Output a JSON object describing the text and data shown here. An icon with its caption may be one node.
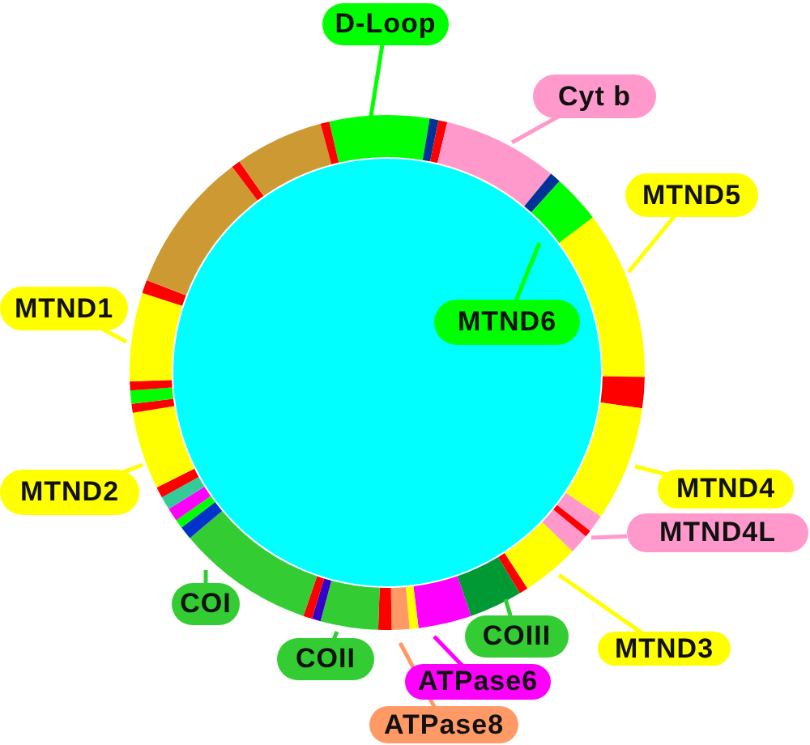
{
  "diagram": {
    "nodes": [
      {
        "text": [
          "D-Loop"
        ]
      },
      {
        "text": [
          "Cyt b"
        ]
      },
      {
        "text": [
          "MTND5"
        ]
      },
      {
        "text": [
          "MTND1"
        ]
      },
      {
        "text": [
          "MTND6"
        ]
      },
      {
        "text": [
          "MTND2"
        ]
      },
      {
        "text": [
          "MTND4"
        ]
      },
      {
        "text": [
          "MTND4L"
        ]
      },
      {
        "text": [
          "COI"
        ]
      },
      {
        "text": [
          "COIII"
        ]
      },
      {
        "text": [
          "MTND3"
        ]
      },
      {
        "text": [
          "COII"
        ]
      },
      {
        "text": [
          "ATPase6"
        ]
      },
      {
        "text": [
          "ATPase8"
        ]
      }
    ],
    "edges": [
      {
        "from": 0,
        "to": null,
        "arrow": "none",
        "color": "#00ff00"
      },
      {
        "from": 1,
        "to": null,
        "arrow": "none",
        "color": "#ff99cc"
      },
      {
        "from": 2,
        "to": null,
        "arrow": "none",
        "color": "#ffff00"
      },
      {
        "from": 3,
        "to": null,
        "arrow": "none",
        "color": "#ffff00"
      },
      {
        "from": 4,
        "to": null,
        "arrow": "none",
        "color": "#00ff00"
      },
      {
        "from": 5,
        "to": null,
        "arrow": "none",
        "color": "#ffff00"
      },
      {
        "from": 6,
        "to": null,
        "arrow": "none",
        "color": "#ffff00"
      },
      {
        "from": 7,
        "to": null,
        "arrow": "none",
        "color": "#ff99cc"
      },
      {
        "from": 8,
        "to": null,
        "arrow": "none",
        "color": "#33cc33"
      },
      {
        "from": 9,
        "to": null,
        "arrow": "none",
        "color": "#33cc33"
      },
      {
        "from": 10,
        "to": null,
        "arrow": "none",
        "color": "#ffff00"
      },
      {
        "from": 11,
        "to": null,
        "arrow": "none",
        "color": "#33cc33"
      },
      {
        "from": 12,
        "to": null,
        "arrow": "none",
        "color": "#ff00ff"
      },
      {
        "from": 13,
        "to": null,
        "arrow": "none",
        "color": "#ff9966"
      }
    ]
  }
}
